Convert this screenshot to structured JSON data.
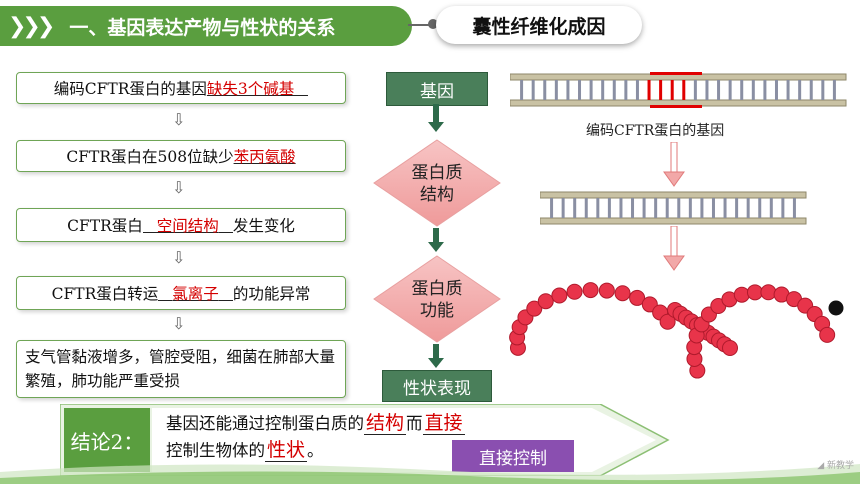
{
  "header": {
    "chevrons": "❯❯❯",
    "title": "一、基因表达产物与性状的关系",
    "subtitle": "囊性纤维化成因"
  },
  "left_flow": [
    {
      "before": "编码CFTR蛋白的基因",
      "answer": "缺失3个碱基",
      "after": ""
    },
    {
      "before": "CFTR蛋白在508位缺少",
      "answer": "苯丙氨酸",
      "after": ""
    },
    {
      "before": "CFTR蛋白",
      "answer": "空间结构",
      "after": "发生变化"
    },
    {
      "before": "CFTR蛋白转运",
      "answer": "氯离子",
      "after": "的功能异常"
    }
  ],
  "left_final": "支气管黏液增多，管腔受阻，细菌在肺部大量繁殖，肺功能严重受损",
  "arrow_glyph": "⇩",
  "flowchart": {
    "gene": "基因",
    "protein_structure_1": "蛋白质",
    "protein_structure_2": "结构",
    "protein_function_1": "蛋白质",
    "protein_function_2": "功能",
    "trait": "性状表现"
  },
  "dna_caption": "编码CFTR蛋白的基因",
  "conclusion": {
    "label": "结论2：",
    "line1_a": "基因还能通过控制蛋白质的",
    "blank1": "结构",
    "line1_b": "而",
    "blank2": "直接",
    "line2_a": "控制生物体的",
    "blank3": "性状",
    "line2_b": "。",
    "tag": "直接控制"
  },
  "watermark": "◢ 新教学",
  "colors": {
    "header_green": "#5a9e3f",
    "answer_red": "#d40000",
    "flow_box": "#4a7f5a",
    "diamond_pink": "#f2a8a8",
    "bead_red": "#e8344a",
    "tag_purple": "#8a4fb0"
  }
}
